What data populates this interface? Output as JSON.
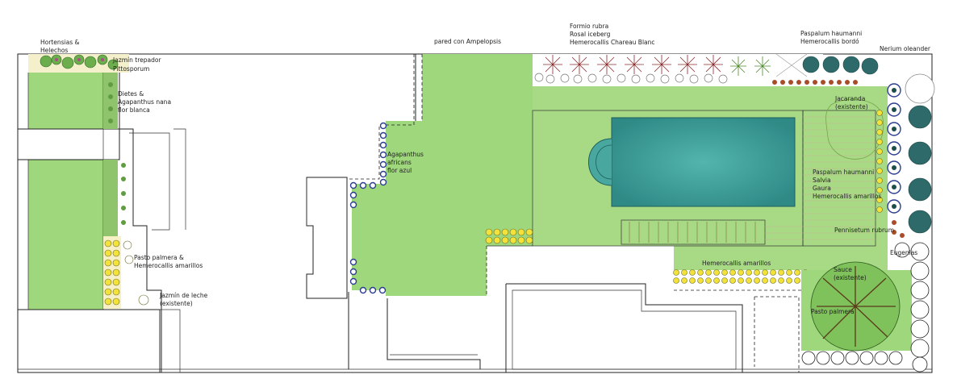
{
  "labels": {
    "hortensias": "Hortensias &",
    "helechos": "Helechos",
    "jazmin_trepador": "Jazmín trepador",
    "pittosporum": "Pittosporum",
    "dietes": "Dietes &",
    "agapanthus_nana": "Agapanthus nana",
    "flor_blanca": "flor blanca",
    "agapanthus_africanus": "Agapanthus",
    "africanus": "africans",
    "flor_azul": "flor azul",
    "pared": "pared con Ampelopsis",
    "phormio": "Formio rubra",
    "rosal": "Rosal iceberg",
    "hemerocallis_chateau": "Hemerocallis Chareau Blanc",
    "paspalum_top": "Paspalum haumanni",
    "hemerocallis_bordo": "Hemerocallis bordó",
    "nerium": "Nerium oleander",
    "jacaranda": "Jacaranda",
    "existente": "(existente)",
    "paspalum_right": "Paspalum haumanni",
    "salvia": "Salvia",
    "gaura": "Gaura",
    "hemerocallis_amarillos_right": "Hemerocallis amarillos",
    "pennisetum": "Pennisetum rubrum",
    "eugenias": "Eugenias",
    "hemerocallis_amarillos_bottom": "Hemerocallis amarillos",
    "sauce": "Sauce",
    "sauce_existente": "(existente)",
    "pasto_palmera": "Pasto palmera",
    "pasto_palmera_left": "Pasto palmera &",
    "hemero_amarillos_left": "Hemerocallis amarillos",
    "jazmin_leche": "Jazmín de leche",
    "jazmin_existente": "(existente)"
  },
  "colors": {
    "lawn": "#9ed77c",
    "pool_water": "#48a8a0",
    "deck": "#f4e0b8",
    "flower_yellow": "#f2e23a",
    "flower_blue": "#2b3d8f",
    "shrub_red": "#a84c2a"
  }
}
